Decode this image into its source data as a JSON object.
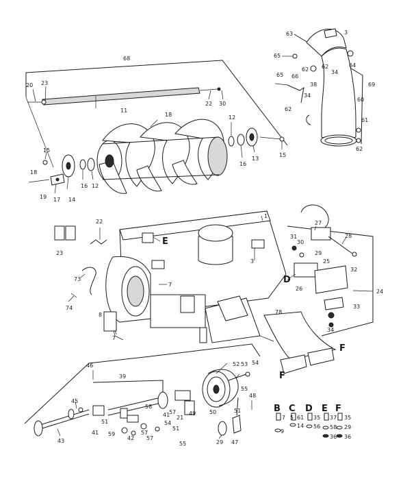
{
  "labels": {
    "n68": "68",
    "n20": "20",
    "n23": "23",
    "n11": "11",
    "n18": "18",
    "n22": "22",
    "n30": "30",
    "n15a": "15",
    "n19": "19",
    "n17": "17",
    "n14": "14",
    "n16a": "16",
    "n12a": "12",
    "n12b": "12",
    "n16b": "16",
    "n13": "13",
    "n15b": "15",
    "n63": "63",
    "n3a": "3",
    "n65a": "65",
    "n62a": "62",
    "n64": "64",
    "n62b": "62",
    "n34a": "34",
    "n65b": "65",
    "n66": "66",
    "n38": "38",
    "n34b": "34",
    "n69": "69",
    "n62c": "62",
    "n60": "60",
    "n61": "61",
    "n62d": "62",
    "n22b": "22",
    "n23b": "23",
    "n1": "1",
    "n27": "27",
    "n31": "31",
    "n30b": "30",
    "n28": "28",
    "n29a": "29",
    "n3b": "3",
    "n73": "73",
    "n7a": "7",
    "n25": "25",
    "n32": "32",
    "n24": "24",
    "n26": "26",
    "n74": "74",
    "n8": "8",
    "n7b": "7",
    "n33": "33",
    "n34c": "34",
    "n78": "78",
    "n46": "46",
    "n39": "39",
    "n52": "52",
    "n53": "53",
    "n54a": "54",
    "n48": "48",
    "n55a": "55",
    "n45": "45",
    "n41a": "41",
    "n41b": "41",
    "n57a": "57",
    "n58": "58",
    "n54b": "54",
    "n51a": "51",
    "n51b": "51",
    "n21": "21",
    "n50": "50",
    "n51c": "51",
    "n49": "49",
    "n59": "59",
    "n42": "42",
    "n57b": "57",
    "n57c": "57",
    "n55b": "55",
    "n43": "43",
    "n29b": "29",
    "n47": "47",
    "lE1": "E",
    "lD1": "D",
    "lF1": "F",
    "lF2": "F"
  },
  "legend": {
    "B": "B",
    "C": "C",
    "D": "D",
    "E": "E",
    "F": "F",
    "b1": "7",
    "c1": "61",
    "c2": "14",
    "d1": "35",
    "d2": "56",
    "e1": "37",
    "e2": "58",
    "e3": "36",
    "f1": "35",
    "f2": "29",
    "f3": "36",
    "bstar": "9",
    "cstar": "5"
  }
}
